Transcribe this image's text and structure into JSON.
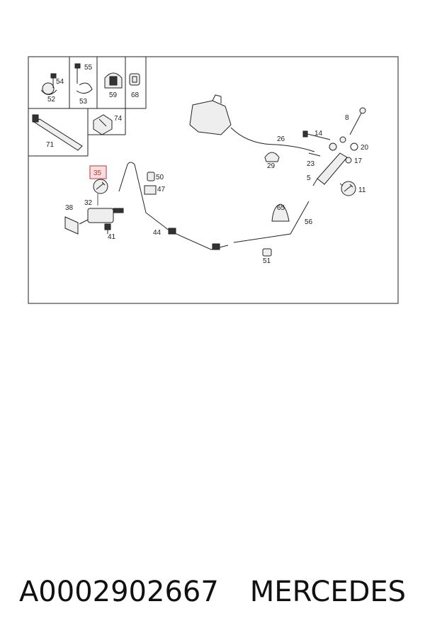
{
  "diagram": {
    "labels": [
      "54",
      "55",
      "52",
      "53",
      "59",
      "68",
      "74",
      "71",
      "8",
      "14",
      "26",
      "20",
      "29",
      "23",
      "17",
      "5",
      "11",
      "35",
      "50",
      "47",
      "38",
      "32",
      "65",
      "56",
      "44",
      "41",
      "51"
    ],
    "highlight_label": "35",
    "highlight_color": "#d9707a"
  },
  "caption": {
    "part_number": "A0002902667",
    "brand": "MERCEDES"
  }
}
